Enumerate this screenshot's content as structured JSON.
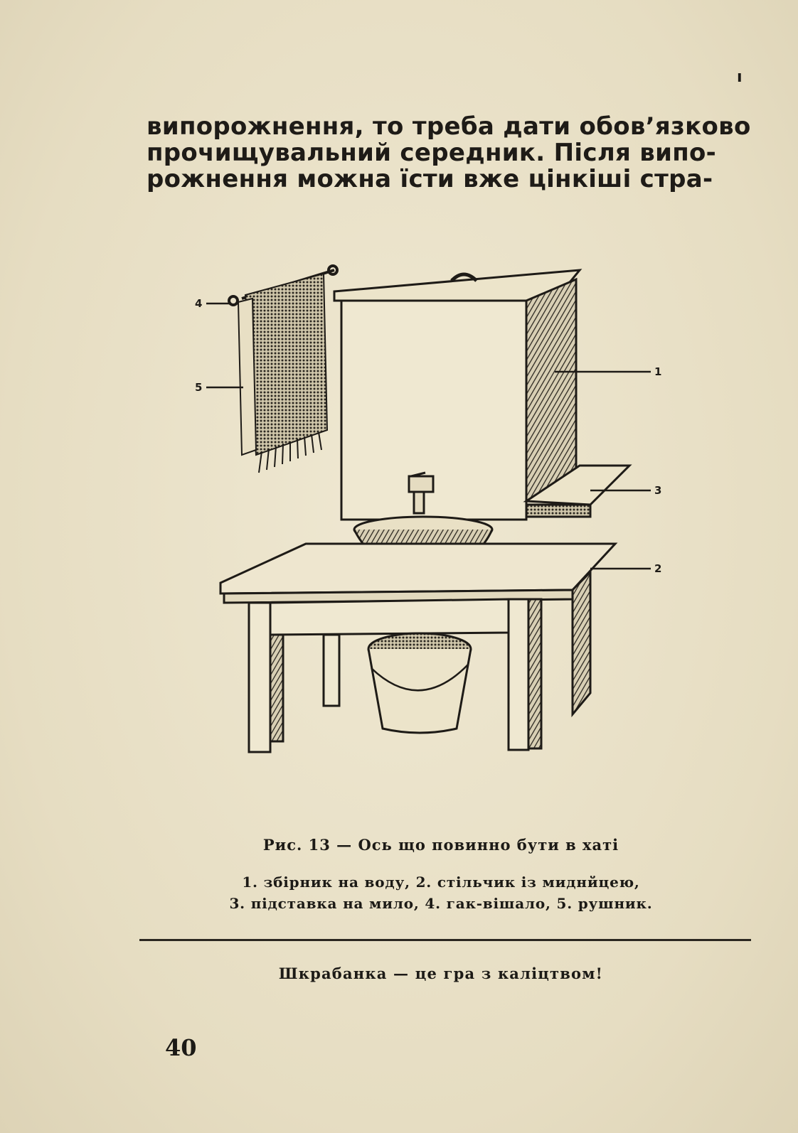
{
  "corner_mark": "ı",
  "body_lines": [
    "випорожнення, то треба дати обов’язково",
    "прочищувальний середник. Після випо-",
    "рожнення можна їсти вже цінкіші стра-"
  ],
  "figure": {
    "callouts": [
      "1",
      "2",
      "3",
      "4",
      "5"
    ]
  },
  "caption": "Рис. 13 — Ось що повинно бути в хаті",
  "legend_lines": [
    "1. збірник на воду, 2. стільчик із миднйцею,",
    "3. підставка на мило, 4. гак-вішало, 5. рушник."
  ],
  "slogan": "Шкрабанка — це гра з каліцтвом!",
  "page_number": "40"
}
